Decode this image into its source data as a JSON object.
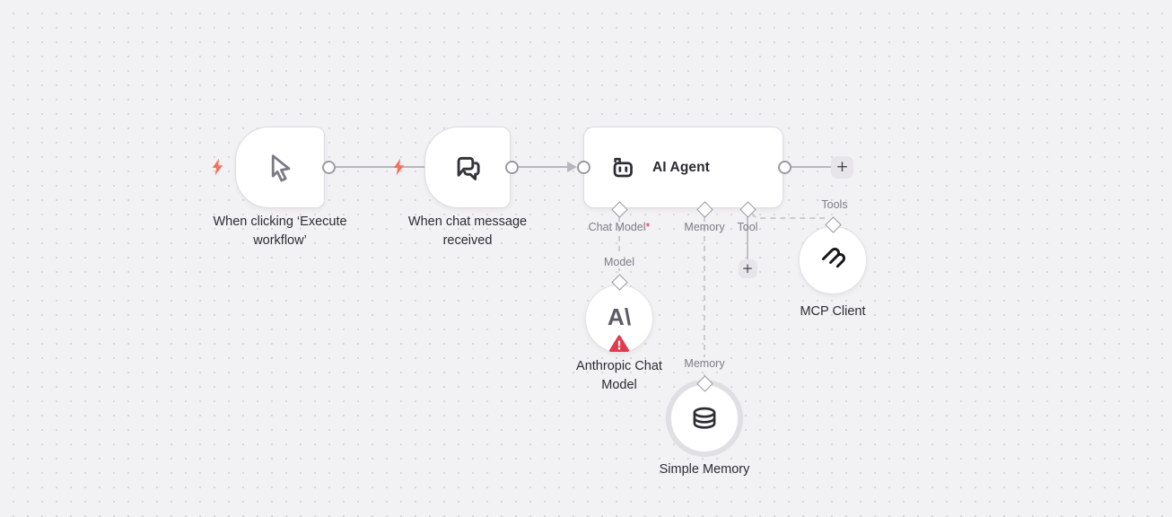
{
  "colors": {
    "canvas_bg": "#f2f1f3",
    "canvas_dot": "#d8d7da",
    "node_bg": "#ffffff",
    "node_border": "#dbdde3",
    "wire": "#b8b7bd",
    "wire_dashed": "#c7c6cc",
    "port_border": "#9b9aa2",
    "trigger_bolt": "#f4705c",
    "error_red": "#e23b4e",
    "title_text": "#2c2d33",
    "muted_text": "#7d7d86",
    "plus_bg": "#e7e5e9"
  },
  "nodes": {
    "manual_trigger": {
      "title": "When clicking ‘Execute workflow’"
    },
    "chat_trigger": {
      "title": "When chat message received"
    },
    "ai_agent": {
      "title": "AI Agent",
      "ports": {
        "chat_model": "Chat Model",
        "required_marker": "*",
        "memory": "Memory",
        "tool": "Tool"
      }
    },
    "anthropic_chat_model": {
      "input_label": "Model",
      "title": "Anthropic Chat Model"
    },
    "simple_memory": {
      "input_label": "Memory",
      "title": "Simple Memory"
    },
    "mcp_client": {
      "input_label": "Tools",
      "title": "MCP Client"
    }
  },
  "buttons": {
    "add_node_from_agent": "+",
    "add_tool": "+"
  },
  "icons": {
    "anthropic_logo": "A\\"
  }
}
